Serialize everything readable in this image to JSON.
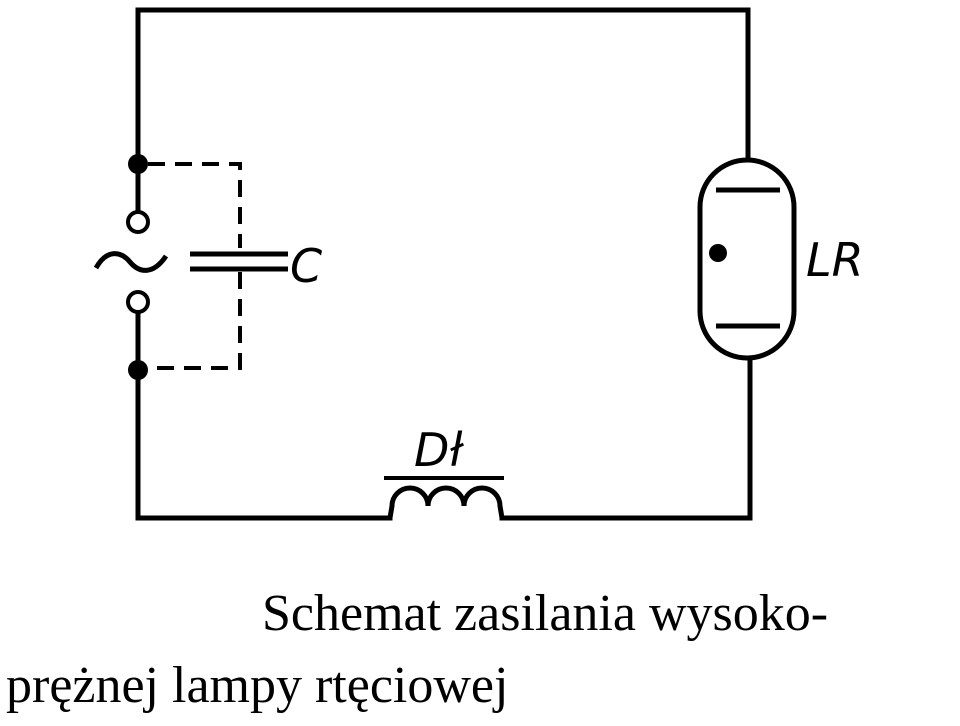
{
  "diagram": {
    "labels": {
      "capacitor": "C",
      "lamp": "LR",
      "choke": "Dł"
    },
    "caption": {
      "line1": "Schemat zasilania wysoko-",
      "line2": "prężnej lampy rtęciowej"
    }
  }
}
